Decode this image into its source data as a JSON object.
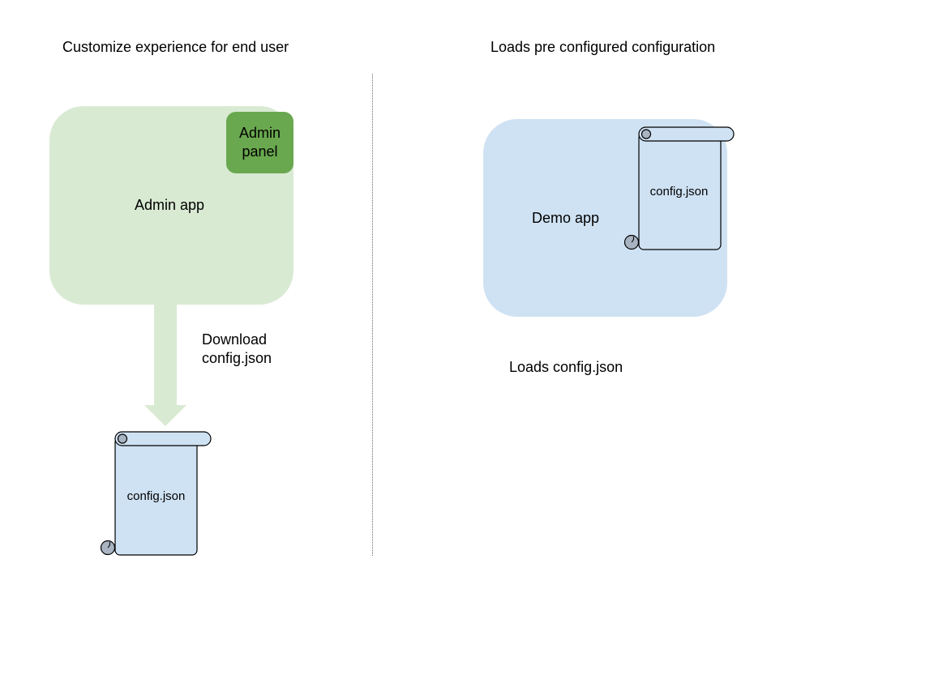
{
  "left_section": {
    "heading": "Customize experience for end user",
    "admin_app_label": "Admin app",
    "admin_panel_label_line1": "Admin",
    "admin_panel_label_line2": "panel",
    "arrow_label_line1": "Download",
    "arrow_label_line2": "config.json",
    "scroll_label": "config.json"
  },
  "right_section": {
    "heading": "Loads pre configured configuration",
    "demo_app_label": "Demo app",
    "scroll_label": "config.json",
    "caption": "Loads config.json"
  },
  "colors": {
    "admin_app": "#d9ead3",
    "admin_panel": "#6aa84f",
    "demo_app": "#cfe2f3",
    "scroll": "#cfe2f3",
    "scroll_curl": "#a9b4c2"
  }
}
